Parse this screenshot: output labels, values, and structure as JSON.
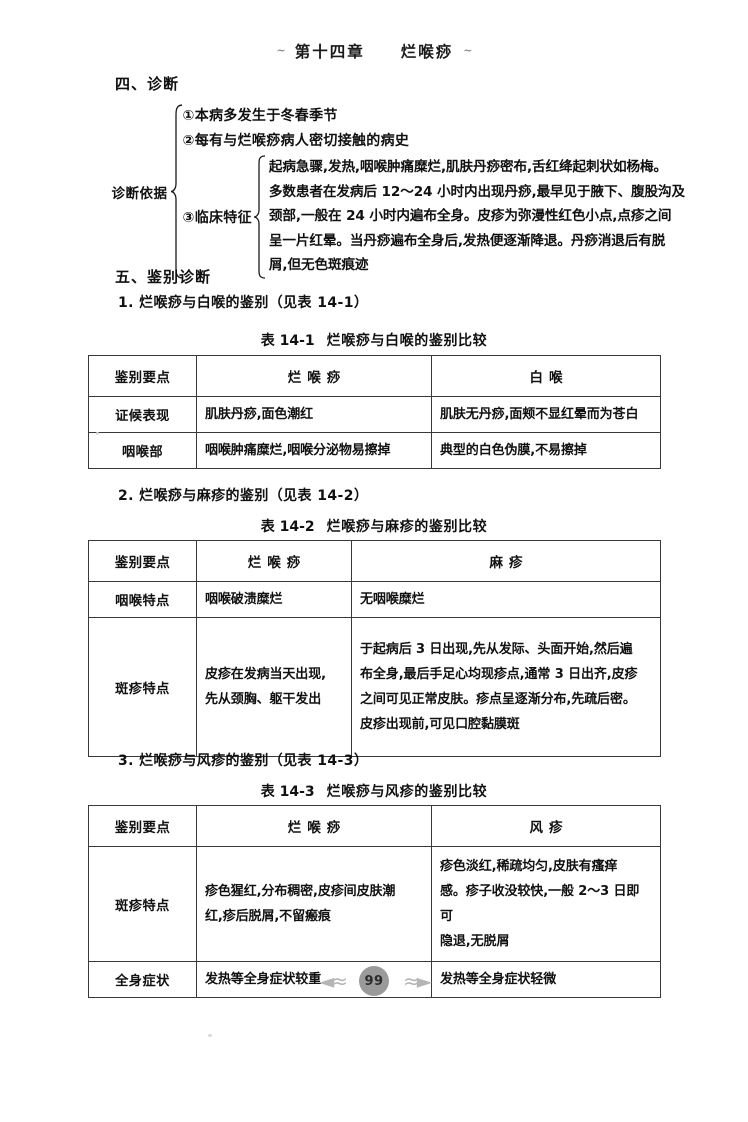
{
  "running_head": {
    "left_ornament": "~",
    "chapter": "第十四章",
    "title": "烂喉痧",
    "right_ornament": "~"
  },
  "sections": {
    "diagnosis": {
      "heading": "四、诊断",
      "brace_label": "诊断依据",
      "items": [
        {
          "marker": "①",
          "text": "①本病多发生于冬春季节"
        },
        {
          "marker": "②",
          "text": "②每有与烂喉痧病人密切接触的病史"
        }
      ],
      "item3_label": "③临床特征",
      "item3_lines": [
        "起病急骤,发热,咽喉肿痛糜烂,肌肤丹痧密布,舌红绛起刺状如杨梅。",
        "多数患者在发病后 12～24 小时内出现丹痧,最早见于腋下、腹股沟及",
        "颈部,一般在 24 小时内遍布全身。皮疹为弥漫性红色小点,点疹之间",
        "呈一片红晕。当丹痧遍布全身后,发热便逐渐降退。丹痧消退后有脱",
        "屑,但无色斑痕迹"
      ]
    },
    "differential": {
      "heading": "五、鉴别诊断",
      "subsections": [
        {
          "label": "1. 烂喉痧与白喉的鉴别（见表 14-1）"
        },
        {
          "label": "2. 烂喉痧与麻疹的鉴别（见表 14-2）"
        },
        {
          "label": "3. 烂喉痧与风疹的鉴别（见表 14-3）"
        }
      ]
    }
  },
  "tables": [
    {
      "caption_num": "表 14-1",
      "caption_text": "烂喉痧与白喉的鉴别比较",
      "headers": [
        "鉴别要点",
        "烂喉痧",
        "白喉"
      ],
      "rows": [
        {
          "key": "证候表现",
          "col2": [
            "肌肤丹痧,面色潮红"
          ],
          "col3": [
            "肌肤无丹痧,面颊不显红晕而为苍白"
          ]
        },
        {
          "key": "咽喉部",
          "col2": [
            "咽喉肿痛糜烂,咽喉分泌物易擦掉"
          ],
          "col3": [
            "典型的白色伪膜,不易擦掉"
          ]
        }
      ]
    },
    {
      "caption_num": "表 14-2",
      "caption_text": "烂喉痧与麻疹的鉴别比较",
      "headers": [
        "鉴别要点",
        "烂喉痧",
        "麻疹"
      ],
      "rows": [
        {
          "key": "咽喉特点",
          "col2": [
            "咽喉破溃糜烂"
          ],
          "col3": [
            "无咽喉糜烂"
          ]
        },
        {
          "key": "斑疹特点",
          "col2": [
            "皮疹在发病当天出现,",
            "先从颈胸、躯干发出"
          ],
          "col3": [
            "于起病后 3 日出现,先从发际、头面开始,然后遍",
            "布全身,最后手足心均现疹点,通常 3 日出齐,皮疹",
            "之间可见正常皮肤。疹点呈逐渐分布,先疏后密。",
            "皮疹出现前,可见口腔黏膜斑"
          ]
        }
      ]
    },
    {
      "caption_num": "表 14-3",
      "caption_text": "烂喉痧与风疹的鉴别比较",
      "headers": [
        "鉴别要点",
        "烂喉痧",
        "风疹"
      ],
      "rows": [
        {
          "key": "斑疹特点",
          "col2": [
            "疹色猩红,分布稠密,皮疹间皮肤潮",
            "红,疹后脱屑,不留瘢痕"
          ],
          "col3": [
            "疹色淡红,稀疏均匀,皮肤有瘙痒",
            "感。疹子收没较快,一般 2～3 日即可",
            "隐退,无脱屑"
          ]
        },
        {
          "key": "全身症状",
          "col2": [
            "发热等全身症状较重"
          ],
          "col3": [
            "发热等全身症状轻微"
          ]
        }
      ]
    }
  ],
  "footer": {
    "page_number": "99",
    "left_ornament": "◄≈",
    "right_ornament": "≈►"
  },
  "colors": {
    "text": "#111111",
    "rule": "#3a3a3a",
    "page_badge": "#9a9a9a",
    "ornament": "#b5b5b5"
  }
}
